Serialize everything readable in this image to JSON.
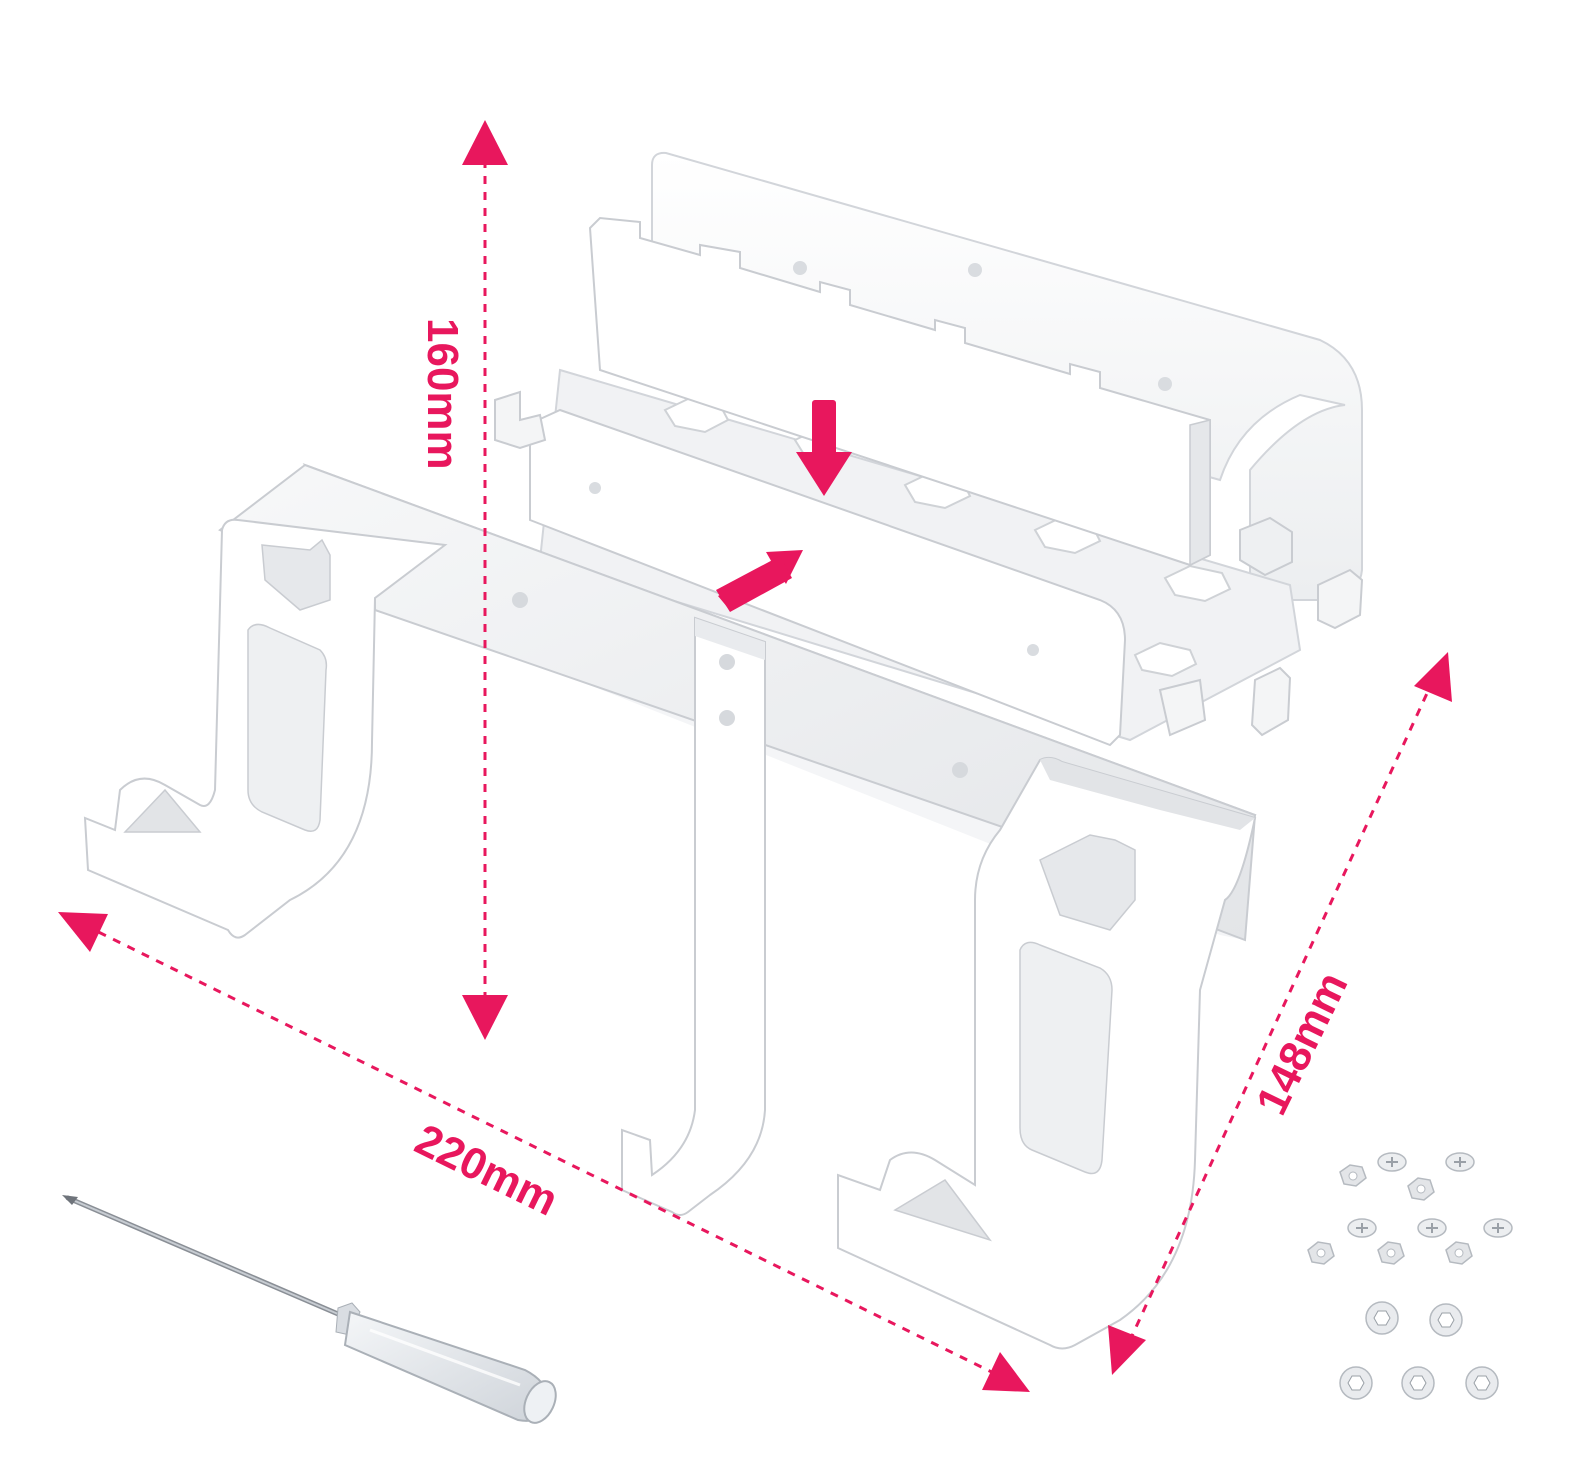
{
  "colors": {
    "accent": "#e8175d",
    "metal": "#ffffff",
    "metal_shade": "#e9eaec",
    "metal_edge": "#c9ccd1",
    "background": "#ffffff"
  },
  "dimensions": {
    "height_label": "160mm",
    "width_label": "220mm",
    "depth_label": "148mm"
  },
  "parts": {
    "main_bracket": "wall-bracket-frame",
    "cradle": "controller-cradle",
    "back_plate": "back-plate",
    "tool": "screwdriver",
    "hardware": "screws-nuts-and-caps"
  },
  "icons": {
    "assembly_down": "arrow-down-icon",
    "assembly_up": "arrow-up-right-icon"
  }
}
